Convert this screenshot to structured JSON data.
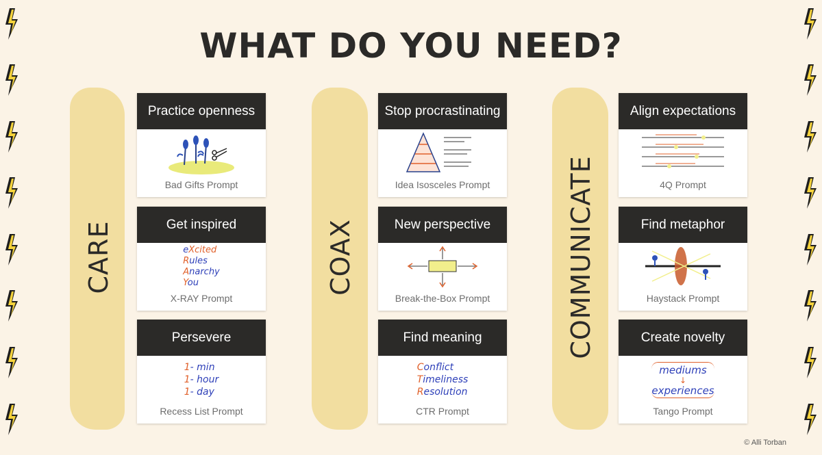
{
  "title": "WHAT DO YOU NEED?",
  "credit": "© Alli Torban",
  "colors": {
    "background": "#fbf3e6",
    "stripe": "#f1dc9c",
    "header": "#2b2a28",
    "bolt_yellow": "#f4d23c",
    "bolt_black": "#1e1e1e"
  },
  "columns": [
    {
      "label": "CARE",
      "cards": [
        {
          "header": "Practice openness",
          "caption": "Bad Gifts Prompt",
          "illustration": "flowers-scissors-icon"
        },
        {
          "header": "Get inspired",
          "caption": "X-RAY Prompt",
          "illustration": "xray-acrostic",
          "lines": [
            [
              "e",
              "Xcited"
            ],
            [
              "R",
              "ules"
            ],
            [
              "A",
              "narchy"
            ],
            [
              "Y",
              "ou"
            ]
          ]
        },
        {
          "header": "Persevere",
          "caption": "Recess List Prompt",
          "illustration": "recess-list",
          "lines": [
            [
              "1",
              "- min"
            ],
            [
              "1",
              "- hour"
            ],
            [
              "1",
              "- day"
            ]
          ]
        }
      ]
    },
    {
      "label": "COAX",
      "cards": [
        {
          "header": "Stop procrastinating",
          "caption": "Idea Isosceles Prompt",
          "illustration": "pyramid-icon"
        },
        {
          "header": "New perspective",
          "caption": "Break-the-Box Prompt",
          "illustration": "box-arrows-icon"
        },
        {
          "header": "Find meaning",
          "caption": "CTR Prompt",
          "illustration": "ctr-acrostic",
          "lines": [
            [
              "C",
              "onflict"
            ],
            [
              "T",
              "imeliness"
            ],
            [
              "R",
              "esolution"
            ]
          ]
        }
      ]
    },
    {
      "label": "COMMUNICATE",
      "cards": [
        {
          "header": "Align expectations",
          "caption": "4Q Prompt",
          "illustration": "scales-icon"
        },
        {
          "header": "Find metaphor",
          "caption": "Haystack Prompt",
          "illustration": "haystack-icon"
        },
        {
          "header": "Create novelty",
          "caption": "Tango Prompt",
          "illustration": "tango-words",
          "words": [
            "mediums",
            "experiences"
          ]
        }
      ]
    }
  ]
}
